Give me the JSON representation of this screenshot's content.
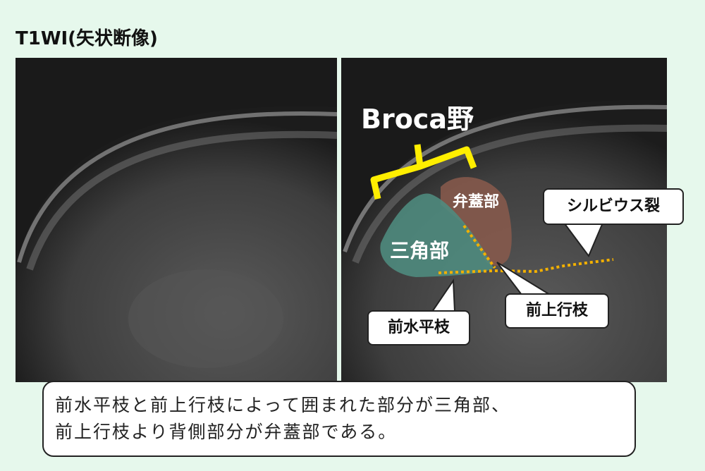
{
  "title": "T1WI(矢状断像)",
  "labels": {
    "broca": "Broca野",
    "opercular": "弁蓋部",
    "triangular": "三角部",
    "sylvian": "シルビウス裂",
    "anterior_horizontal": "前水平枝",
    "anterior_ascending": "前上行枝"
  },
  "caption": {
    "line1": "前水平枝と前上行枝によって囲まれた部分が三角部、",
    "line2": "前上行枝より背側部分が弁蓋部である。"
  },
  "colors": {
    "background": "#e6f8ec",
    "triangular": "#4f8c80",
    "opercular": "#7a4a40",
    "bracket": "#ffee00",
    "dotted": "#f2b000"
  }
}
